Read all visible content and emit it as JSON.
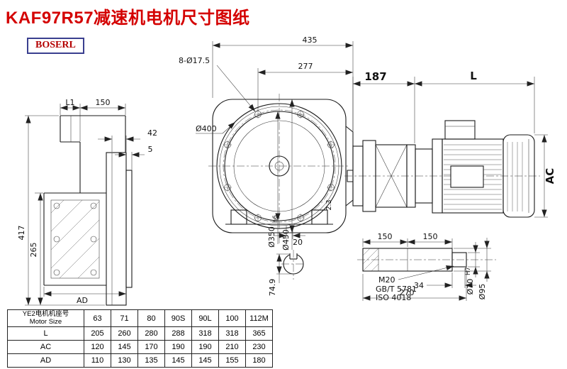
{
  "title": "KAF97R57减速机电机尺寸图纸",
  "logo_text": "BOSERL",
  "front_view": {
    "dim_overall_width": "435",
    "dim_bolt_holes": "8-Ø17.5",
    "dim_bolt_span": "277",
    "dim_flange_dia": "Ø400",
    "dim_spigot_dia": "Ø350",
    "dim_spigot_tol": "h6",
    "dim_flange_od": "Ø450",
    "dim_foot": "20",
    "dim_chamfer": "2.3",
    "dim_key_height": "74.9"
  },
  "side_view": {
    "dim_l1": "L1",
    "dim_150": "150",
    "dim_42": "42",
    "dim_5": "5",
    "dim_417": "417",
    "dim_265": "265",
    "dim_ad": "AD"
  },
  "motor_view": {
    "dim_187": "187",
    "dim_l": "L",
    "dim_ac": "AC"
  },
  "shaft_view": {
    "dim_150_left": "150",
    "dim_150_right": "150",
    "label_thread": "M20",
    "label_std_gb": "GB/T 5781",
    "label_std_iso": "ISO 4018",
    "dim_34": "34",
    "dim_270": "270",
    "dim_shaft_dia": "Ø70",
    "dim_shaft_tol": "H7",
    "dim_hub_dia": "Ø95"
  },
  "table": {
    "header_line1": "YE2电机机座号",
    "header_line2": "Motor Size",
    "columns": [
      "63",
      "71",
      "80",
      "90S",
      "90L",
      "100",
      "112M"
    ],
    "rows": [
      {
        "label": "L",
        "values": [
          "205",
          "260",
          "280",
          "288",
          "318",
          "318",
          "365"
        ]
      },
      {
        "label": "AC",
        "values": [
          "120",
          "145",
          "170",
          "190",
          "190",
          "210",
          "230"
        ]
      },
      {
        "label": "AD",
        "values": [
          "110",
          "130",
          "135",
          "145",
          "145",
          "155",
          "180"
        ]
      }
    ]
  }
}
